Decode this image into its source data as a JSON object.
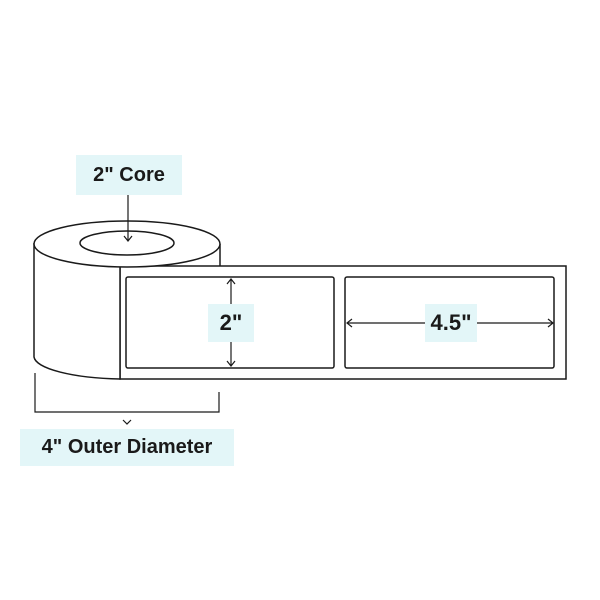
{
  "labels": {
    "core": "2\" Core",
    "outer_diameter": "4\" Outer Diameter",
    "label_height": "2\"",
    "label_width": "4.5\""
  },
  "colors": {
    "callout_bg": "#e3f6f8",
    "stroke": "#1a1a1a",
    "text": "#1a1a1a",
    "paper": "#ffffff"
  },
  "icons": {
    "core_pointer": "arrow-down-icon",
    "diameter_pointer": "chevron-down-icon",
    "height_dimension": "double-arrow-vertical-icon",
    "width_dimension": "double-arrow-horizontal-icon"
  }
}
